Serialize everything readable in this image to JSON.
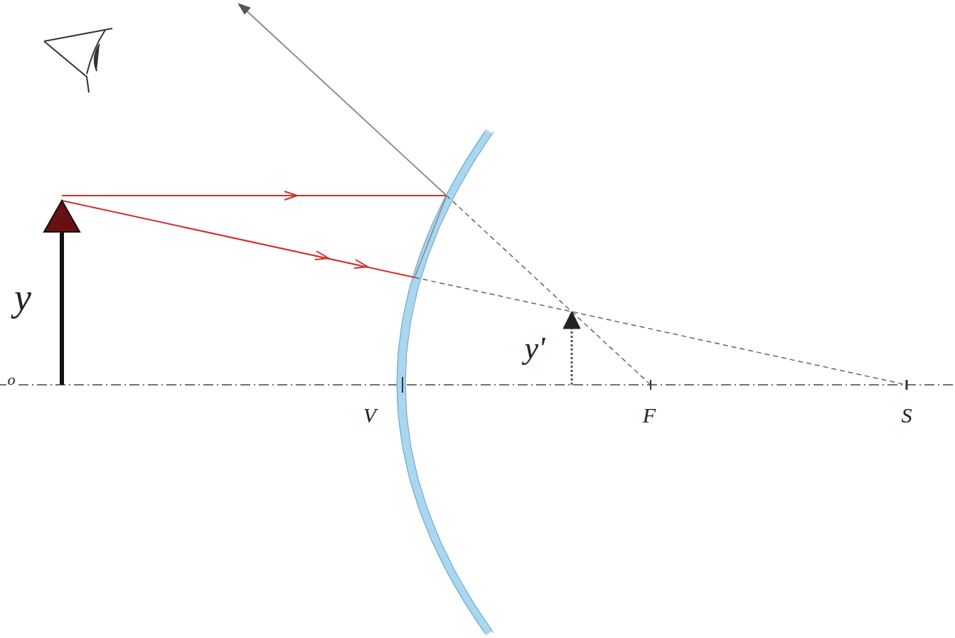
{
  "diagram": {
    "labels": [
      "y",
      "o",
      "V",
      "y'",
      "F",
      "S"
    ]
  }
}
